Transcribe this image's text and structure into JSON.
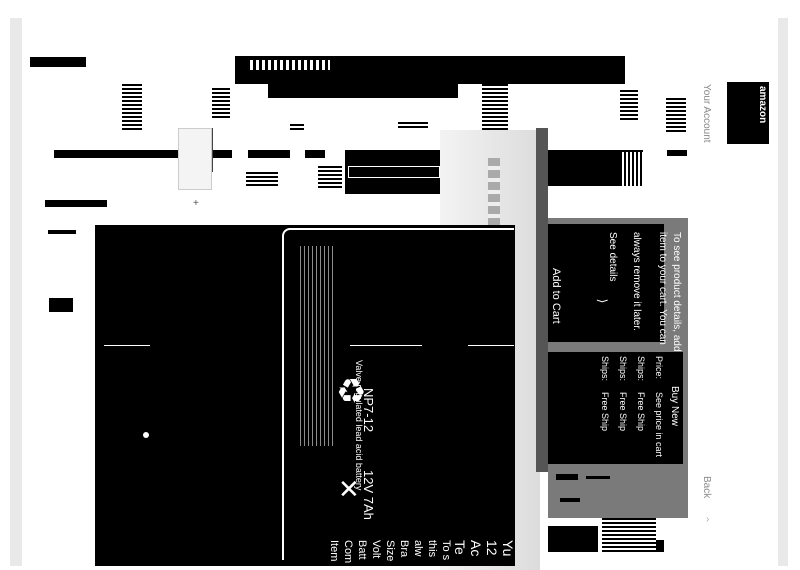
{
  "product": {
    "title_line1": "Yu",
    "title_line2": "12",
    "title_line3": "Ac",
    "title_line4": "Te",
    "label_model": "NP7-12",
    "label_spec": "12V 7Ah",
    "label_type": "Valve regulated lead acid battery"
  },
  "cart_panel": {
    "line1": "To see product details, add this",
    "line2": "item to your cart. You can",
    "line3": "always remove it later.",
    "see_details": "See details",
    "add_to_cart": "Add to Cart"
  },
  "buy_box": {
    "heading": "Buy New",
    "rows": [
      {
        "label": "Price:",
        "value": "See price in cart"
      },
      {
        "label": "Ships:",
        "value": "Free Ship"
      },
      {
        "label": "Ships:",
        "value": "Free Ship"
      },
      {
        "label": "Ships:",
        "value": "Free Ship"
      }
    ]
  },
  "sidebar": {
    "logo_text": "amazon",
    "nav_link": "Your Account",
    "back_link": "Back"
  },
  "left_specs": [
    "To s",
    "this",
    "alw",
    "Bra",
    "Size",
    "Volt",
    "Batt",
    "Com",
    "Item"
  ],
  "colors": {
    "ink": "#000000",
    "paper": "#ffffff",
    "frame": "#e9e9e9",
    "panel_gray": "#7a7a7a",
    "divider": "#555555"
  }
}
